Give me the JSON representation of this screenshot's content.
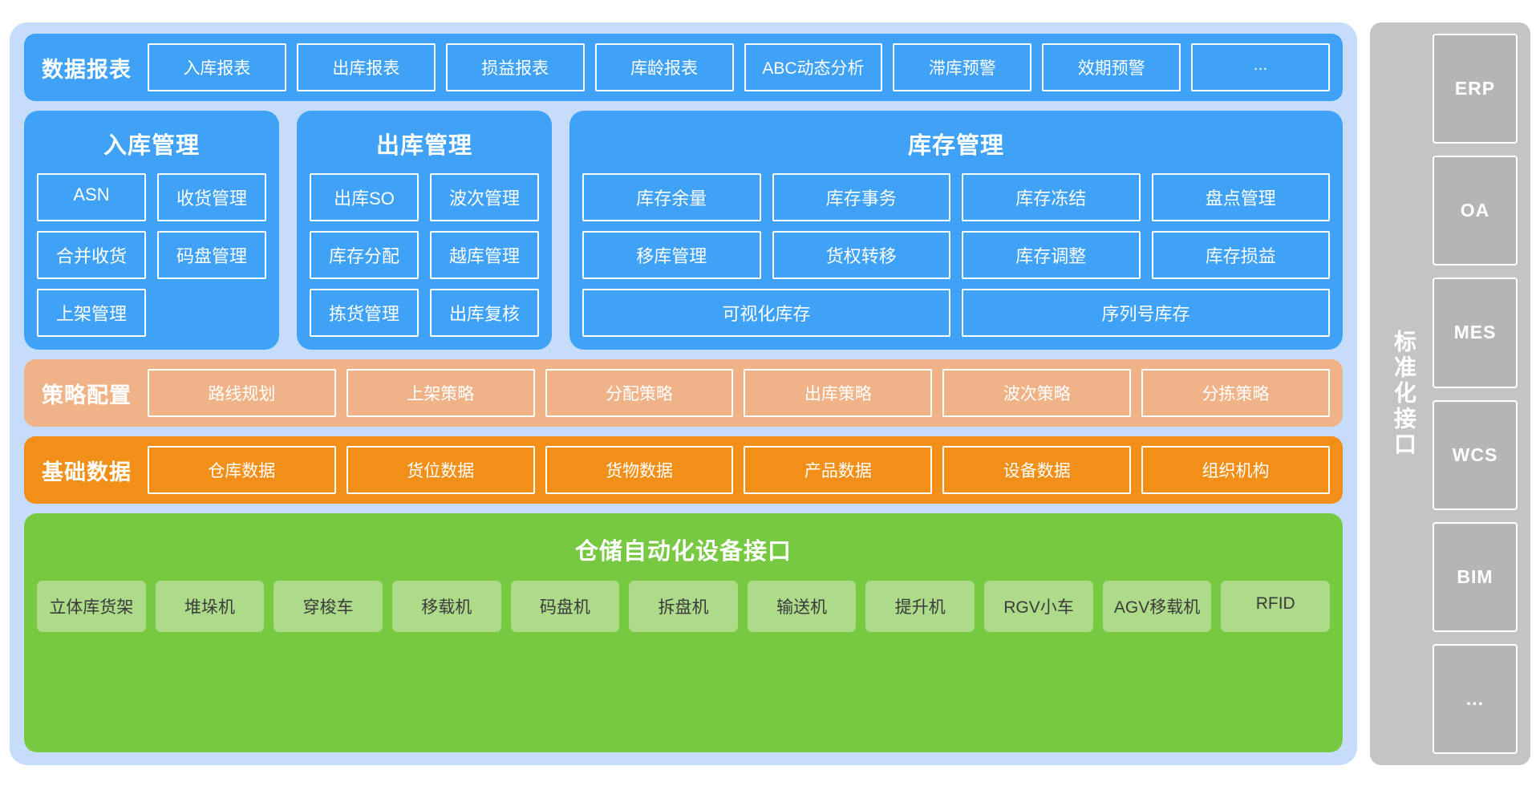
{
  "colors": {
    "panel_bg": "#c5ddfb",
    "blue": "#3fa2f7",
    "light_orange": "#f0b388",
    "orange": "#f28f19",
    "green": "#77c942",
    "green_chip": "#aedb8a",
    "gray": "#c4c4c4",
    "gray_chip": "#b5b5b5"
  },
  "report_band": {
    "title": "数据报表",
    "chips": [
      "入库报表",
      "出库报表",
      "损益报表",
      "库龄报表",
      "ABC动态分析",
      "滞库预警",
      "效期预警",
      "..."
    ]
  },
  "modules": [
    {
      "title": "入库管理",
      "items": [
        "ASN",
        "收货管理",
        "合并收货",
        "码盘管理",
        "上架管理"
      ]
    },
    {
      "title": "出库管理",
      "items": [
        "出库SO",
        "波次管理",
        "库存分配",
        "越库管理",
        "拣货管理",
        "出库复核"
      ]
    },
    {
      "title": "库存管理",
      "items": [
        "库存余量",
        "库存事务",
        "库存冻结",
        "盘点管理",
        "移库管理",
        "货权转移",
        "库存调整",
        "库存损益"
      ],
      "wide_items": [
        "可视化库存",
        "序列号库存"
      ]
    }
  ],
  "strategy_band": {
    "title": "策略配置",
    "chips": [
      "路线规划",
      "上架策略",
      "分配策略",
      "出库策略",
      "波次策略",
      "分拣策略"
    ]
  },
  "basedata_band": {
    "title": "基础数据",
    "chips": [
      "仓库数据",
      "货位数据",
      "货物数据",
      "产品数据",
      "设备数据",
      "组织机构"
    ]
  },
  "equipment": {
    "title": "仓储自动化设备接口",
    "chips": [
      "立体库货架",
      "堆垛机",
      "穿梭车",
      "移载机",
      "码盘机",
      "拆盘机",
      "输送机",
      "提升机",
      "RGV小车",
      "AGV移载机",
      "RFID"
    ]
  },
  "sidebar": {
    "label": "标准化接口",
    "items": [
      "ERP",
      "OA",
      "MES",
      "WCS",
      "BIM",
      "..."
    ]
  }
}
